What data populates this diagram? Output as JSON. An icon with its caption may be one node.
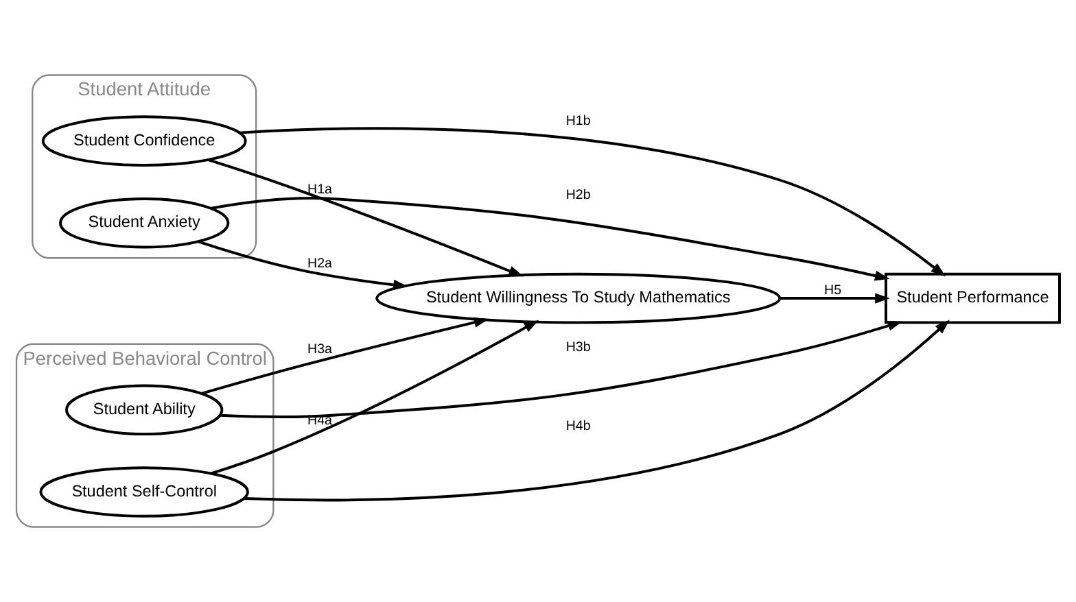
{
  "diagram": {
    "nodes": [
      {
        "text": [
          "Student Attitude"
        ]
      },
      {
        "text": [
          "Student Confidence"
        ],
        "in": 0
      },
      {
        "text": [
          "Student Anxiety"
        ],
        "in": 0
      },
      {
        "text": [
          "Perceived Behavioral Control"
        ]
      },
      {
        "text": [
          "Student Ability"
        ],
        "in": 3
      },
      {
        "text": [
          "Student Self-Control"
        ],
        "in": 3
      },
      {
        "text": [
          "Student Willingness To Study Mathematics"
        ]
      },
      {
        "text": [
          "Student Performance"
        ]
      }
    ],
    "edges": [
      {
        "from": 1,
        "to": 6,
        "arrow": "to",
        "label": "H1a"
      },
      {
        "from": 2,
        "to": 6,
        "arrow": "to",
        "label": "H2a"
      },
      {
        "from": 4,
        "to": 6,
        "arrow": "to",
        "label": "H3a"
      },
      {
        "from": 5,
        "to": 6,
        "arrow": "to",
        "label": "H4a"
      },
      {
        "from": 6,
        "to": 7,
        "arrow": "to",
        "label": "H5"
      },
      {
        "from": 1,
        "to": 7,
        "arrow": "to",
        "label": "H1b"
      },
      {
        "from": 2,
        "to": 7,
        "arrow": "to",
        "label": "H2b"
      },
      {
        "from": 4,
        "to": 7,
        "arrow": "to",
        "label": "H3b"
      },
      {
        "from": 5,
        "to": 7,
        "arrow": "to",
        "label": "H4b"
      }
    ]
  }
}
